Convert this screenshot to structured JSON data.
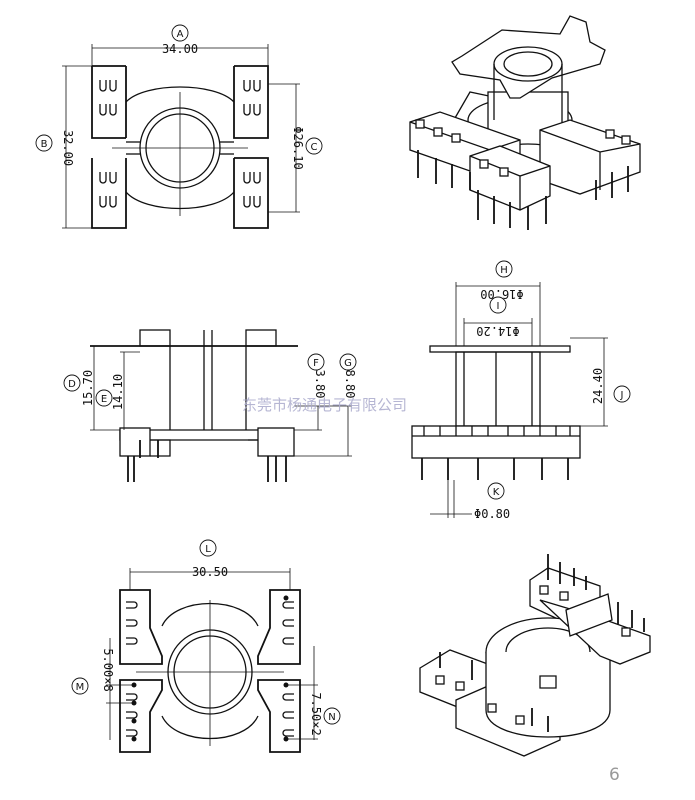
{
  "page_number": "6",
  "watermark": "东莞市杨通电子有限公司",
  "views": {
    "top": {
      "bubbles": {
        "a": "A",
        "b": "B",
        "c": "C"
      },
      "dims": {
        "a": "34.00",
        "b": "32.00",
        "c": "Φ26.10"
      }
    },
    "side": {
      "bubbles": {
        "d": "D",
        "e": "E",
        "f": "F",
        "g": "G"
      },
      "dims": {
        "d": "15.70",
        "e": "14.10",
        "f": "3.80",
        "g": "8.80"
      }
    },
    "front": {
      "bubbles": {
        "h": "H",
        "i": "I",
        "j": "J",
        "k": "K"
      },
      "dims": {
        "h": "Φ16.00",
        "i": "Φ14.20",
        "j": "24.40",
        "k": "Φ0.80"
      }
    },
    "bottom": {
      "bubbles": {
        "l": "L",
        "m": "M",
        "n": "N"
      },
      "dims": {
        "l": "30.50",
        "m": "5.00×8",
        "n": "7.50×2"
      }
    }
  }
}
